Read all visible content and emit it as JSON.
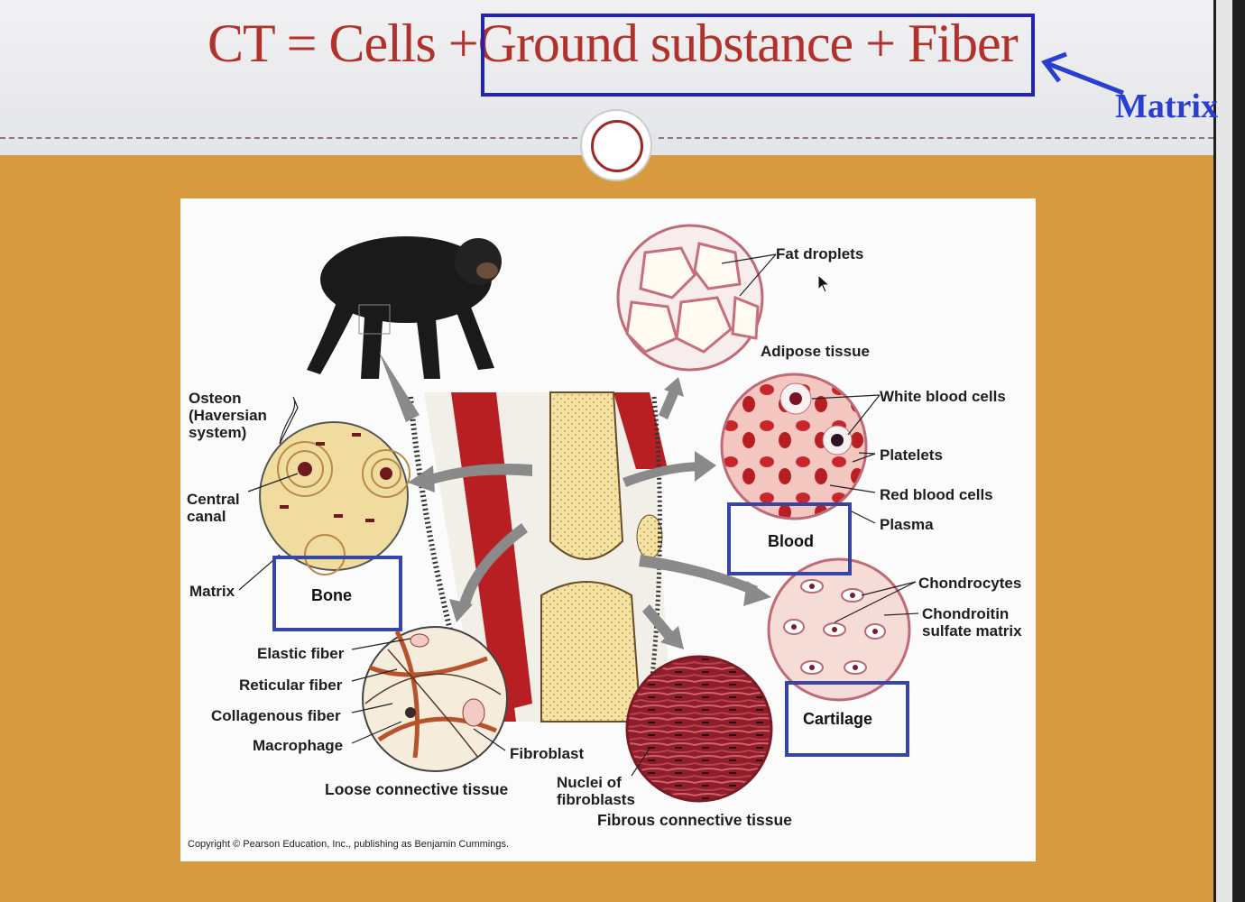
{
  "title": {
    "part1": "CT = Cells + ",
    "part2": "Ground substance + Fiber",
    "annotation": "Matrix"
  },
  "labels": {
    "fat_droplets": "Fat droplets",
    "adipose_tissue": "Adipose tissue",
    "white_blood_cells": "White blood cells",
    "platelets": "Platelets",
    "red_blood_cells": "Red blood cells",
    "plasma": "Plasma",
    "blood": "Blood",
    "chondrocytes": "Chondrocytes",
    "chondroitin_1": "Chondroitin",
    "chondroitin_2": "sulfate matrix",
    "cartilage": "Cartilage",
    "osteon_1": "Osteon",
    "osteon_2": "(Haversian",
    "osteon_3": "system)",
    "central_1": "Central",
    "central_2": "canal",
    "matrix": "Matrix",
    "bone": "Bone",
    "elastic_fiber": "Elastic fiber",
    "reticular_fiber": "Reticular fiber",
    "collagenous_fiber": "Collagenous fiber",
    "macrophage": "Macrophage",
    "fibroblast": "Fibroblast",
    "loose_ct": "Loose connective tissue",
    "nuclei_1": "Nuclei of",
    "nuclei_2": "fibroblasts",
    "fibrous_ct": "Fibrous connective tissue"
  },
  "copyright": "Copyright © Pearson Education, Inc., publishing as Benjamin Cummings.",
  "colors": {
    "title_red": "#b0322a",
    "box_blue": "#3746a4",
    "annotation_blue": "#2a3ed0",
    "slide_orange": "#d79a3f"
  }
}
